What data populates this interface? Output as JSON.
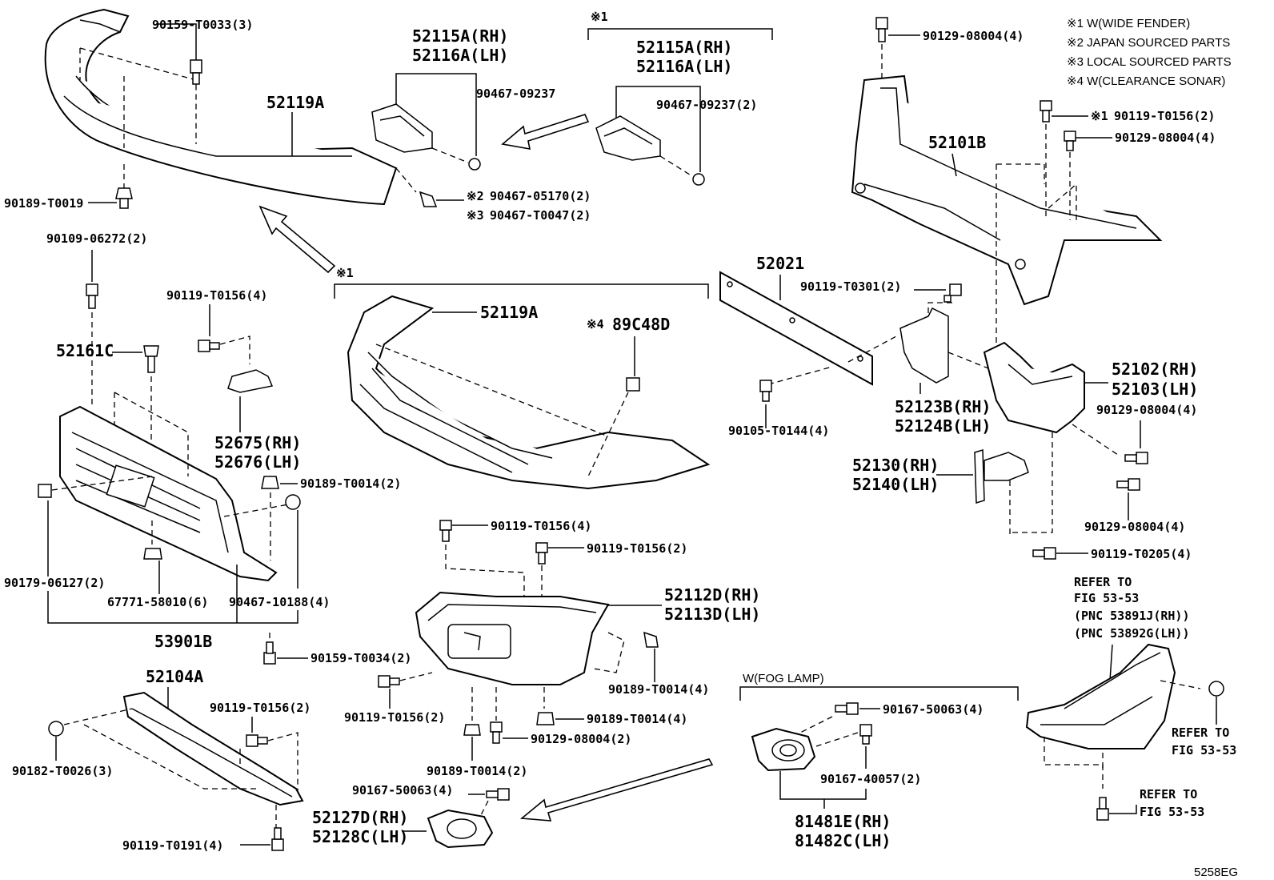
{
  "notes": {
    "n1": "※1 W(WIDE FENDER)",
    "n2": "※2 JAPAN SOURCED PARTS",
    "n3": "※3 LOCAL SOURCED PARTS",
    "n4": "※4 W(CLEARANCE SONAR)"
  },
  "figure_code": "5258EG",
  "markers": {
    "m1": "※1",
    "m1b": "※1",
    "m1c": "※1",
    "m2": "※2",
    "m3": "※3",
    "m4": "※4"
  },
  "parts": {
    "p90159_T0033": "90159-T0033(3)",
    "p52119A_top": "52119A",
    "p90189_T0019": "90189-T0019",
    "p52115A_1": "52115A(RH)",
    "p52116A_1": "52116A(LH)",
    "p90467_09237": "90467-09237",
    "p52115A_2": "52115A(RH)",
    "p52116A_2": "52116A(LH)",
    "p90467_09237_2": "90467-09237(2)",
    "p90467_05170": "90467-05170(2)",
    "p90467_T0047": "90467-T0047(2)",
    "p90129_08004_a": "90129-08004(4)",
    "p90119_T0156_2a": "90119-T0156(2)",
    "p90129_08004_b": "90129-08004(4)",
    "p52101B": "52101B",
    "p90109_06272": "90109-06272(2)",
    "p90119_T0156_4a": "90119-T0156(4)",
    "p52161C": "52161C",
    "p52675": "52675(RH)",
    "p52676": "52676(LH)",
    "p52119A_mid": "52119A",
    "p89C48D": "89C48D",
    "p52021": "52021",
    "p90119_T0301": "90119-T0301(2)",
    "p90105_T0144": "90105-T0144(4)",
    "p52123B": "52123B(RH)",
    "p52124B": "52124B(LH)",
    "p52102": "52102(RH)",
    "p52103": "52103(LH)",
    "p90129_08004_c": "90129-08004(4)",
    "p52130": "52130(RH)",
    "p52140": "52140(LH)",
    "p90129_08004_d": "90129-08004(4)",
    "p90119_T0205": "90119-T0205(4)",
    "p90189_T0014_2a": "90189-T0014(2)",
    "p90179_06127": "90179-06127(2)",
    "p67771_58010": "67771-58010(6)",
    "p90467_10188": "90467-10188(4)",
    "p53901B": "53901B",
    "p90159_T0034": "90159-T0034(2)",
    "p90119_T0156_4b": "90119-T0156(4)",
    "p90119_T0156_2b": "90119-T0156(2)",
    "p52112D": "52112D(RH)",
    "p52113D": "52113D(LH)",
    "p90189_T0014_4a": "90189-T0014(4)",
    "p90119_T0156_2c": "90119-T0156(2)",
    "p90189_T0014_4b": "90189-T0014(4)",
    "p90129_08004_2": "90129-08004(2)",
    "p90189_T0014_2b": "90189-T0014(2)",
    "p52104A": "52104A",
    "p90119_T0156_2d": "90119-T0156(2)",
    "p90182_T0026": "90182-T0026(3)",
    "p90119_T0191": "90119-T0191(4)",
    "p90167_50063_a": "90167-50063(4)",
    "p52127D": "52127D(RH)",
    "p52128C": "52128C(LH)",
    "fog_title": "W(FOG LAMP)",
    "p90167_50063_b": "90167-50063(4)",
    "p90167_40057": "90167-40057(2)",
    "p81481E": "81481E(RH)",
    "p81482C": "81482C(LH)",
    "refer1_a": "REFER TO",
    "refer1_b": "FIG 53-53",
    "refer1_c": "(PNC 53891J(RH))",
    "refer1_d": "(PNC 53892G(LH))",
    "refer2_a": "REFER TO",
    "refer2_b": "FIG 53-53",
    "refer3_a": "REFER TO",
    "refer3_b": "FIG 53-53"
  }
}
